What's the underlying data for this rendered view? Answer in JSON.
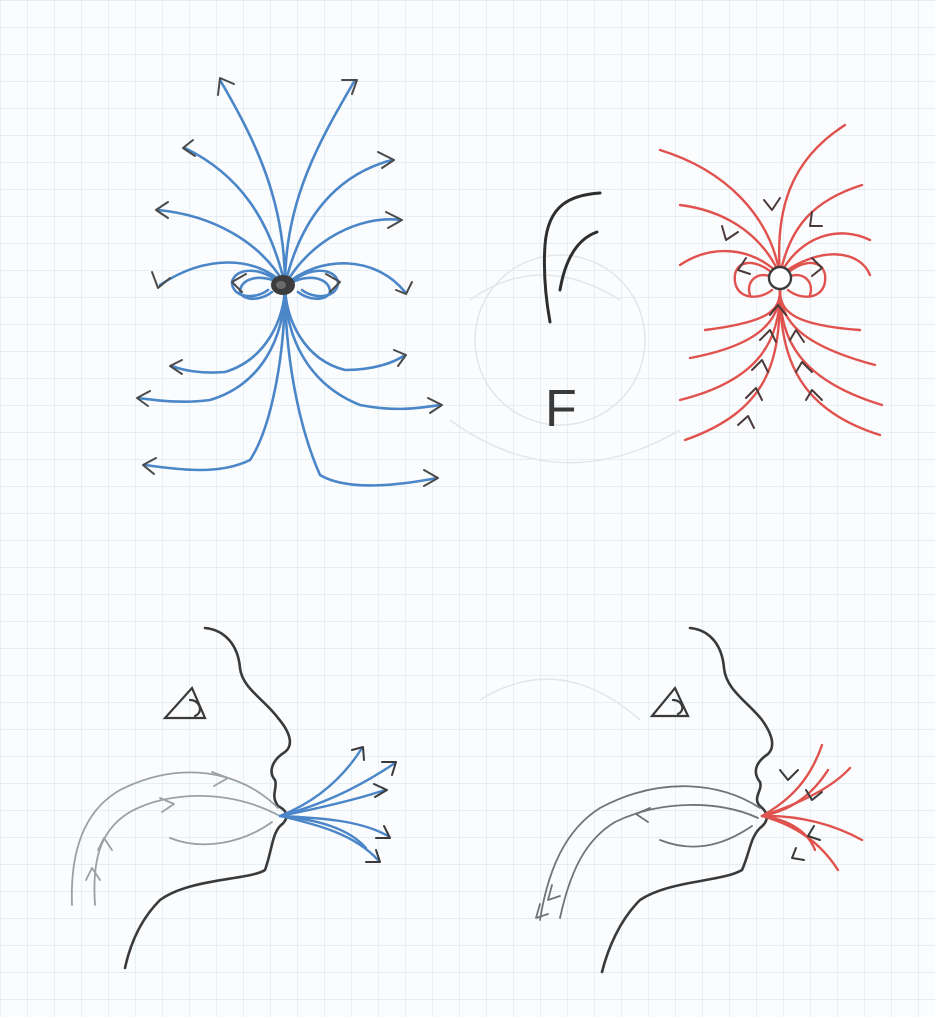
{
  "diagram": {
    "labels": {
      "glyph_label": "F"
    },
    "colors": {
      "paper": "#fbfcfd",
      "grid": "#d6e6ee",
      "outward_field": "#4a86c8",
      "inward_field": "#e0524e",
      "pencil": "#3a3a3a",
      "faint_pencil": "#9aa0a4"
    },
    "panels": [
      {
        "id": "outward-field",
        "description_color": "blue",
        "arrow_direction": "outward"
      },
      {
        "id": "inward-field",
        "description_color": "red",
        "arrow_direction": "inward"
      },
      {
        "id": "exhale-profile",
        "description_color": "blue"
      },
      {
        "id": "inhale-profile",
        "description_color": "red"
      }
    ]
  }
}
